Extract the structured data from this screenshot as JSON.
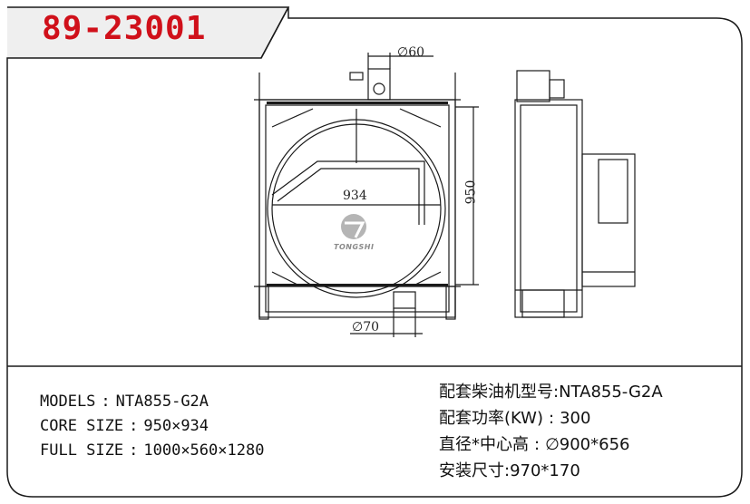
{
  "part_number": "89-23001",
  "drawing": {
    "dim_top_pipe": "∅60",
    "dim_bottom_pipe": "∅70",
    "dim_core_width": "934",
    "dim_core_height": "950",
    "logo_text": "TONGSHI"
  },
  "specs_left": {
    "models_label": "MODELS",
    "models_value": "NTA855-G2A",
    "core_label": "CORE SIZE",
    "core_value": "950×934",
    "full_label": "FULL SIZE",
    "full_value": "1000×560×1280"
  },
  "specs_right": {
    "engine_label": "配套柴油机型号:",
    "engine_value": "NTA855-G2A",
    "power_label": "配套功率(KW)",
    "power_value": "300",
    "diameter_label": "直径*中心高",
    "diameter_value": "∅900*656",
    "install_label": "安装尺寸:",
    "install_value": "970*170"
  },
  "colors": {
    "part_number": "#d0101a",
    "part_bar": "#efefef",
    "line": "#1a1a1a"
  }
}
